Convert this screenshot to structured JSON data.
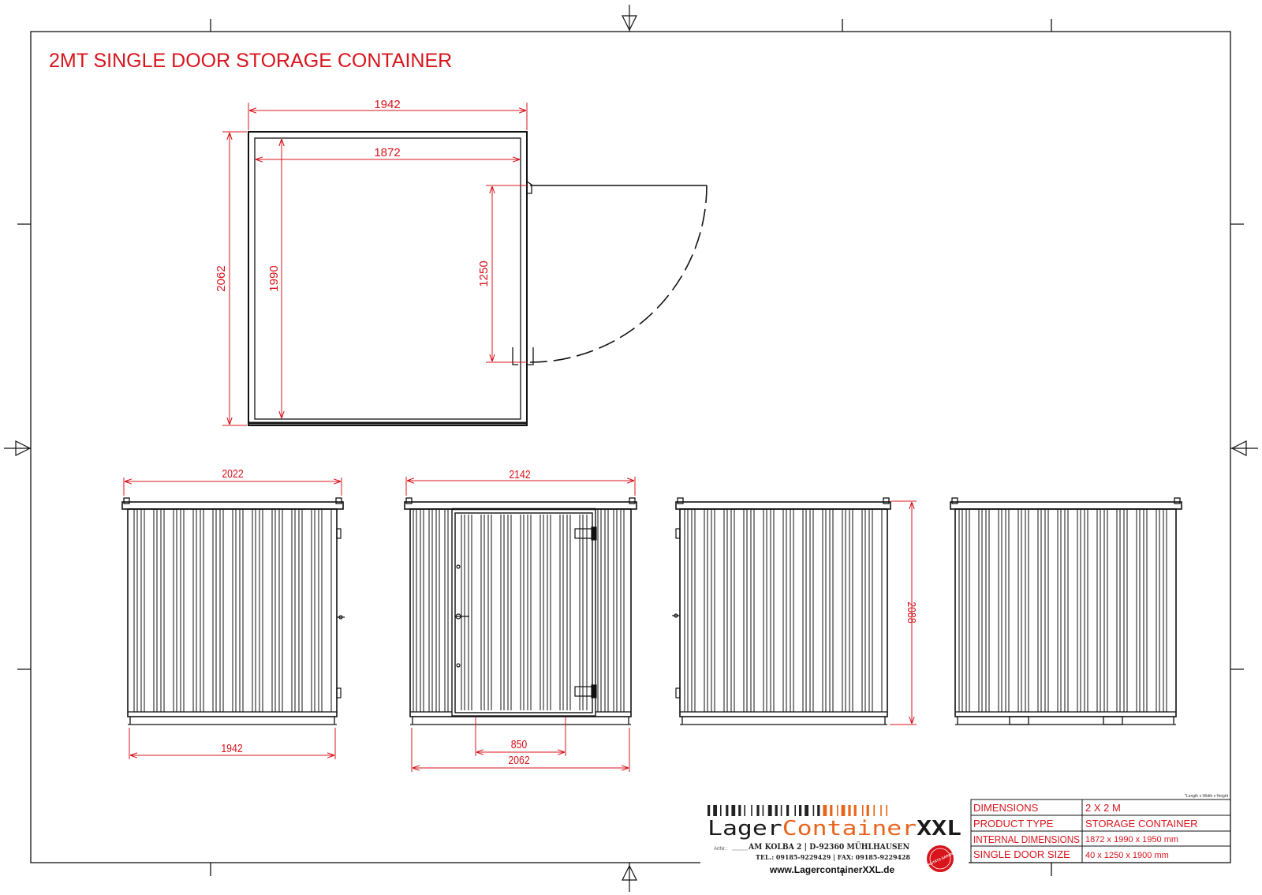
{
  "title": "2MT SINGLE DOOR STORAGE CONTAINER",
  "dimensions": {
    "plan_outer_width": "1942",
    "plan_inner_width": "1872",
    "plan_outer_depth": "2062",
    "plan_inner_depth": "1990",
    "plan_door_opening": "1250",
    "side_roof_width": "2022",
    "side_base_width": "1942",
    "front_roof_width": "2142",
    "front_door_width": "850",
    "front_base_width": "2062",
    "height": "2088"
  },
  "title_block": {
    "note": "*Length x Width x Height",
    "rows": [
      {
        "label": "DIMENSIONS",
        "value": "2 X 2 M"
      },
      {
        "label": "PRODUCT TYPE",
        "value": "STORAGE CONTAINER"
      },
      {
        "label": "INTERNAL DIMENSIONS",
        "value": "1872 x 1990 x 1950 mm"
      },
      {
        "label": "SINGLE DOOR SIZE",
        "value": "40 x 1250 x 1900 mm"
      }
    ]
  },
  "logo": {
    "part1": "Lager",
    "part2": "Container",
    "part3": "XXL",
    "artnr": "ArtNr.:",
    "address": "AM KOLBA 2 | D-92360 MÜHLHAUSEN",
    "phone": "TEL.: 09185-9229429 | FAX: 09185-9229428",
    "url": "www.LagercontainerXXL.de",
    "seal": "QUALITÄTS GARANTIE"
  },
  "colors": {
    "annotation": "#d8141c",
    "line": "#111111",
    "logo_orange": "#e8651e"
  }
}
